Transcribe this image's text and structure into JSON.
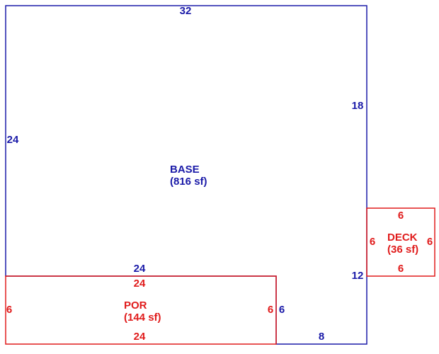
{
  "colors": {
    "base": "#1a1aa8",
    "por": "#e01b1b",
    "deck": "#e01b1b"
  },
  "base": {
    "name": "BASE",
    "area": "(816 sf)",
    "dims": {
      "top": "32",
      "left": "24",
      "right_upper": "18",
      "right_lower": "12",
      "inner_horizontal": "24",
      "inner_vertical": "6",
      "bottom": "8"
    }
  },
  "por": {
    "name": "POR",
    "area": "(144 sf)",
    "dims": {
      "top": "24",
      "bottom": "24",
      "left": "6",
      "right": "6"
    }
  },
  "deck": {
    "name": "DECK",
    "area": "(36 sf)",
    "dims": {
      "top": "6",
      "bottom": "6",
      "left": "6",
      "right": "6"
    }
  }
}
